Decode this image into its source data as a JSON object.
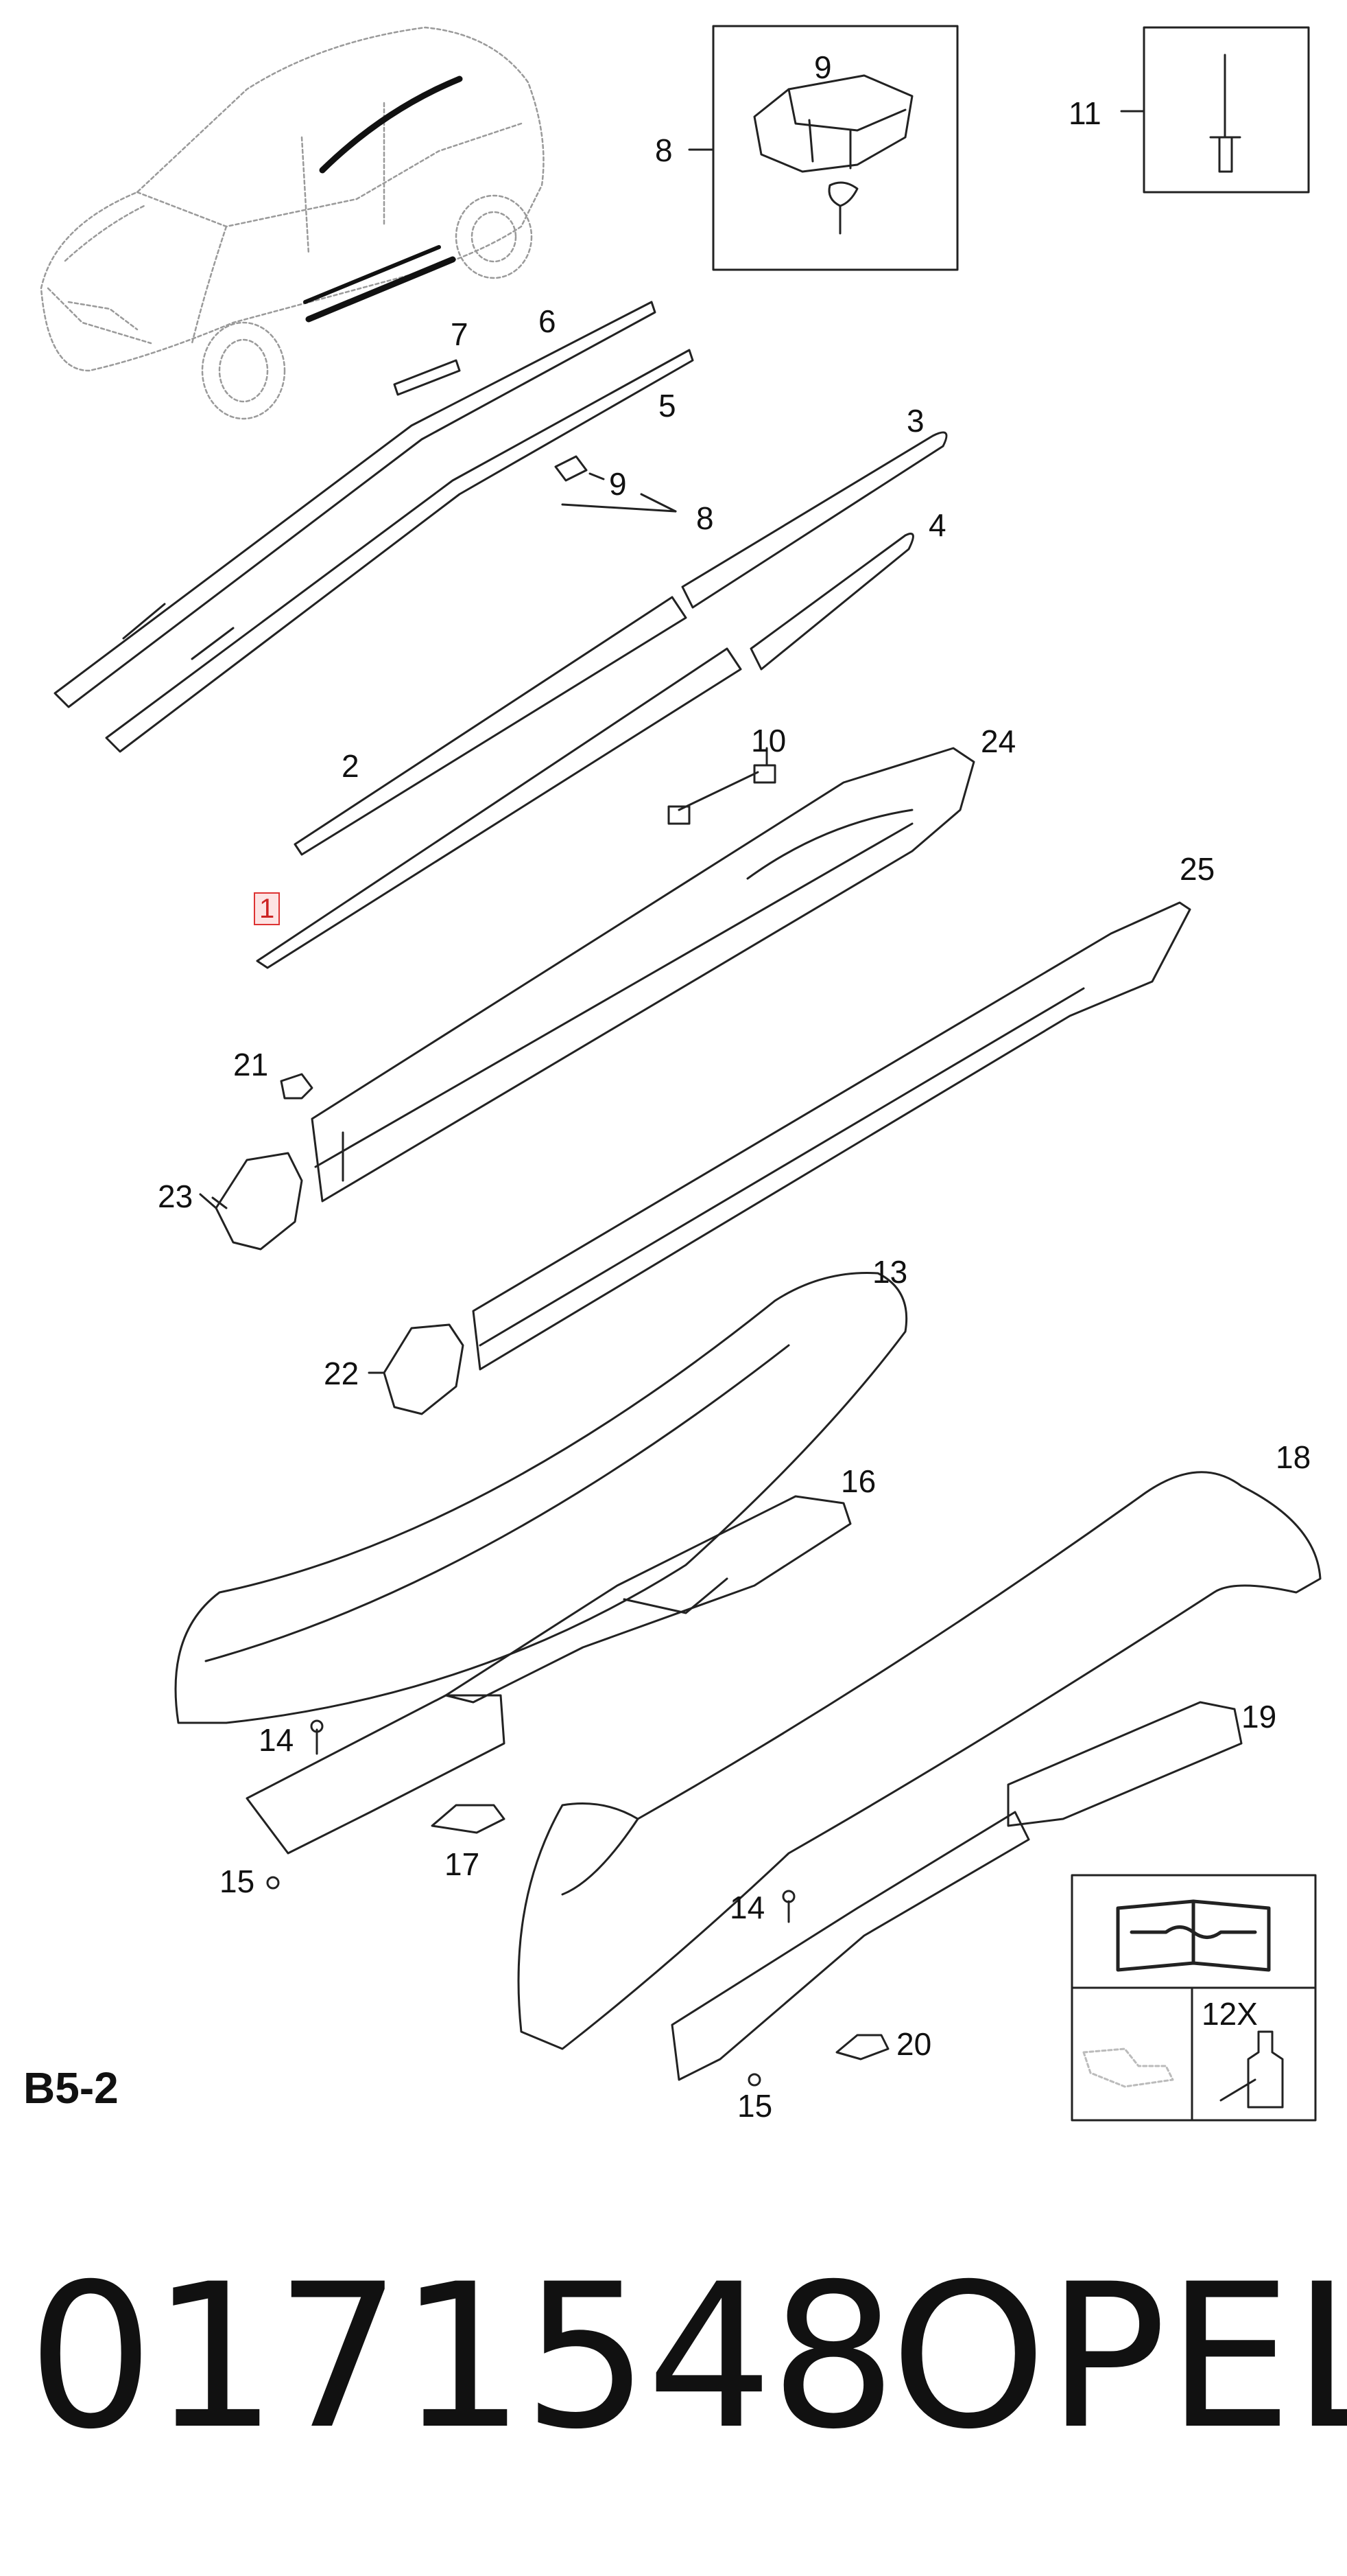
{
  "callouts": {
    "c1": "1",
    "c2": "2",
    "c3": "3",
    "c4": "4",
    "c5": "5",
    "c6": "6",
    "c7": "7",
    "c8_box": "8",
    "c8": "8",
    "c9_box": "9",
    "c9": "9",
    "c10": "10",
    "c11": "11",
    "c13": "13",
    "c14a": "14",
    "c14b": "14",
    "c15a": "15",
    "c15b": "15",
    "c16": "16",
    "c17": "17",
    "c18": "18",
    "c19": "19",
    "c20": "20",
    "c21": "21",
    "c22": "22",
    "c23": "23",
    "c24": "24",
    "c25": "25"
  },
  "legend": {
    "quantity": "12X"
  },
  "section_code": "B5-2",
  "part_number": "0171548",
  "brand": "OPEL",
  "colors": {
    "line": "#111111",
    "highlight_border": "#dd3333",
    "highlight_fill": "#fde3e3"
  }
}
